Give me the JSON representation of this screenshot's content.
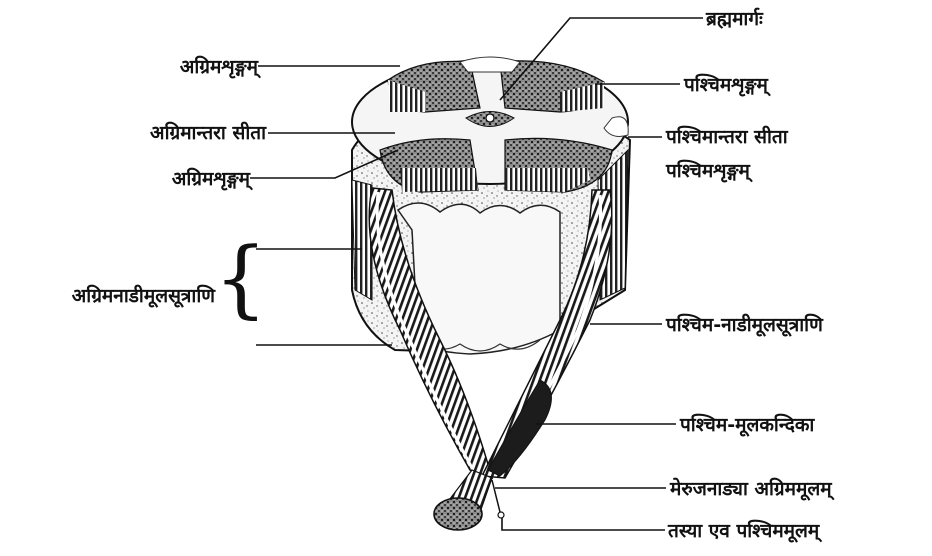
{
  "diagram": {
    "labels": {
      "brahma_marga": "ब्रह्ममार्गः",
      "anterior_horn_top": "अग्रिमशृङ्गम्",
      "anterior_median_fissure": "अग्रिमान्तरा सीता",
      "anterior_horn_lower": "अग्रिमशृङ्गम्",
      "anterior_nerve_root_fibers": "अग्रिमनाडीमूलसूत्राणि",
      "posterior_horn_top": "पश्चिमशृङ्गम्",
      "posterior_median_fissure": "पश्चिमान्तरा सीता",
      "posterior_horn_lower": "पश्चिमशृङ्गम्",
      "posterior_nerve_root_fibers": "पश्चिम-नाडीमूलसूत्राणि",
      "posterior_root_ganglion": "पश्चिम-मूलकन्दिका",
      "spinal_nerve_anterior_root": "मेरुजनाड्या अग्रिममूलम्",
      "its_posterior_root": "तस्या एव पश्चिममूलम्"
    }
  }
}
